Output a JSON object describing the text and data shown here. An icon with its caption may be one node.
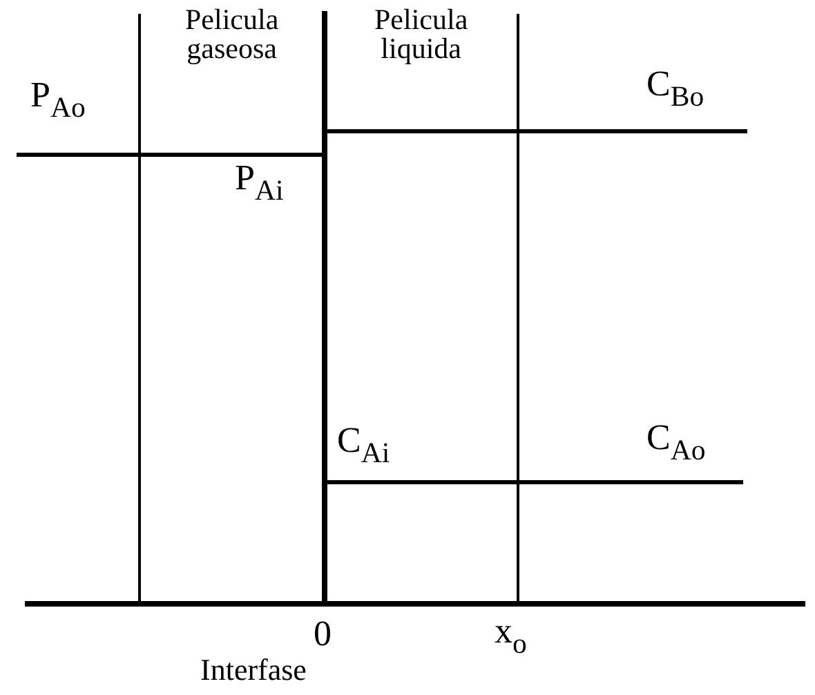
{
  "diagram": {
    "labels": [
      "Pelicula gaseosa",
      "Pelicula liquida",
      "P$_{Ao}$",
      "C$_{Bo}$",
      "P$_{Ai}$",
      "C$_{Ai}$",
      "C$_{Ao}$",
      "0",
      "x$_{o}$",
      "Interfase"
    ]
  }
}
